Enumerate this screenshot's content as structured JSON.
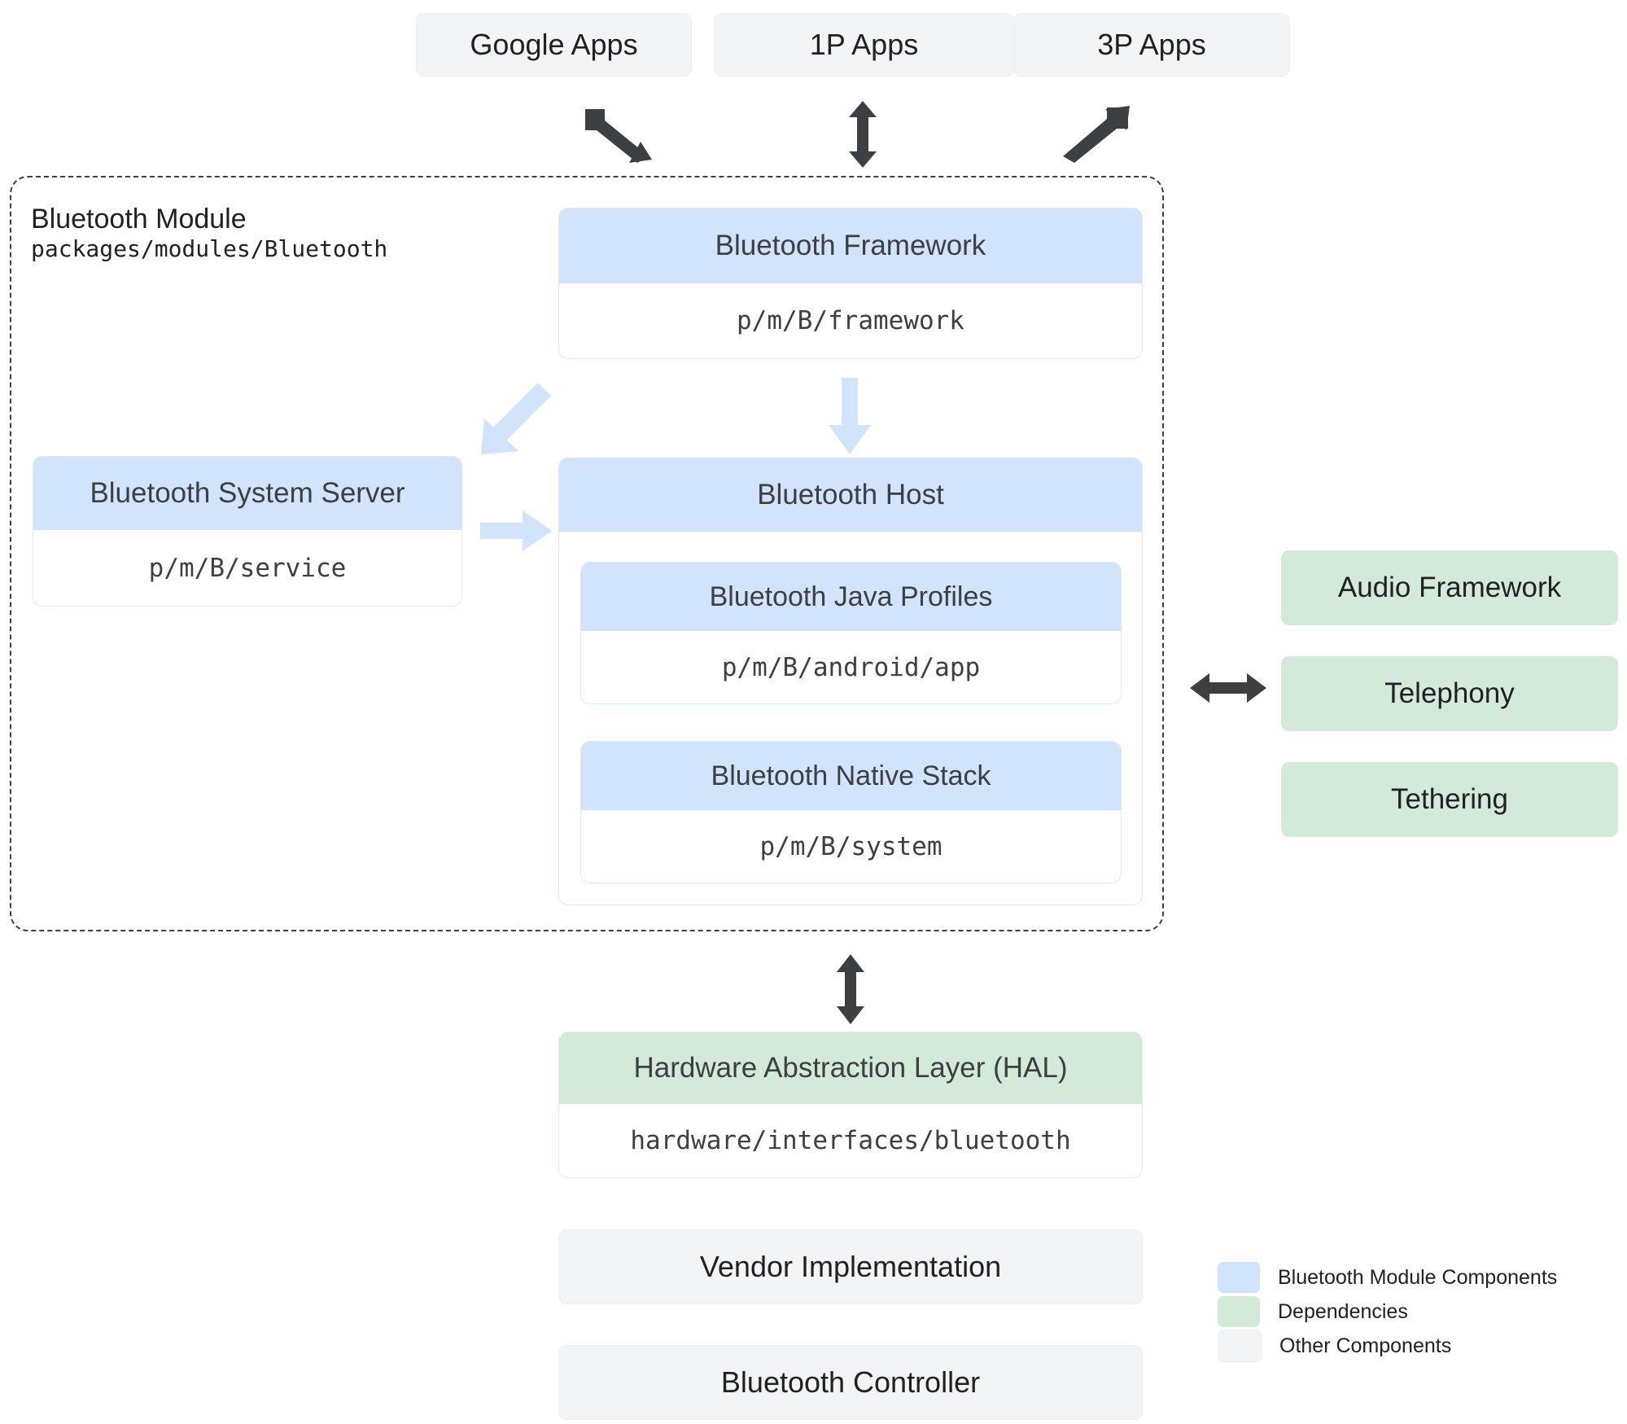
{
  "top_apps": [
    {
      "label": "Google Apps"
    },
    {
      "label": "1P Apps"
    },
    {
      "label": "3P Apps"
    }
  ],
  "module": {
    "title": "Bluetooth Module",
    "path": "packages/modules/Bluetooth"
  },
  "cards": {
    "framework": {
      "title": "Bluetooth Framework",
      "path": "p/m/B/framework"
    },
    "system_server": {
      "title": "Bluetooth System Server",
      "path": "p/m/B/service"
    },
    "host": {
      "title": "Bluetooth Host"
    },
    "java_profiles": {
      "title": "Bluetooth Java Profiles",
      "path": "p/m/B/android/app"
    },
    "native_stack": {
      "title": "Bluetooth Native Stack",
      "path": "p/m/B/system"
    },
    "hal": {
      "title": "Hardware Abstraction Layer (HAL)",
      "path": "hardware/interfaces/bluetooth"
    }
  },
  "dependencies": [
    {
      "label": "Audio Framework"
    },
    {
      "label": "Telephony"
    },
    {
      "label": "Tethering"
    }
  ],
  "bottom_boxes": [
    {
      "label": "Vendor Implementation"
    },
    {
      "label": "Bluetooth Controller"
    }
  ],
  "legend": [
    {
      "label": "Bluetooth Module Components",
      "color": "#d2e3fc"
    },
    {
      "label": "Dependencies",
      "color": "#d4ead8"
    },
    {
      "label": "Other Components",
      "color": "#f3f4f6"
    }
  ],
  "arrows": {
    "google_apps_to_module": "diagonal-down-right-arrow",
    "onep_apps_to_module": "vertical-double-arrow",
    "threep_apps_to_module": "diagonal-up-right-arrow",
    "framework_to_host": "down-arrow",
    "framework_to_system_server": "diagonal-down-left-arrow",
    "system_server_to_host": "right-arrow",
    "host_to_dependencies": "horizontal-double-arrow",
    "module_to_hal": "vertical-double-arrow"
  },
  "colors": {
    "module_component": "#d2e3fc",
    "dependency": "#d4ead8",
    "other_component": "#f3f4f6",
    "dark_arrow": "#3c4043",
    "light_arrow": "#d2e3fc"
  }
}
